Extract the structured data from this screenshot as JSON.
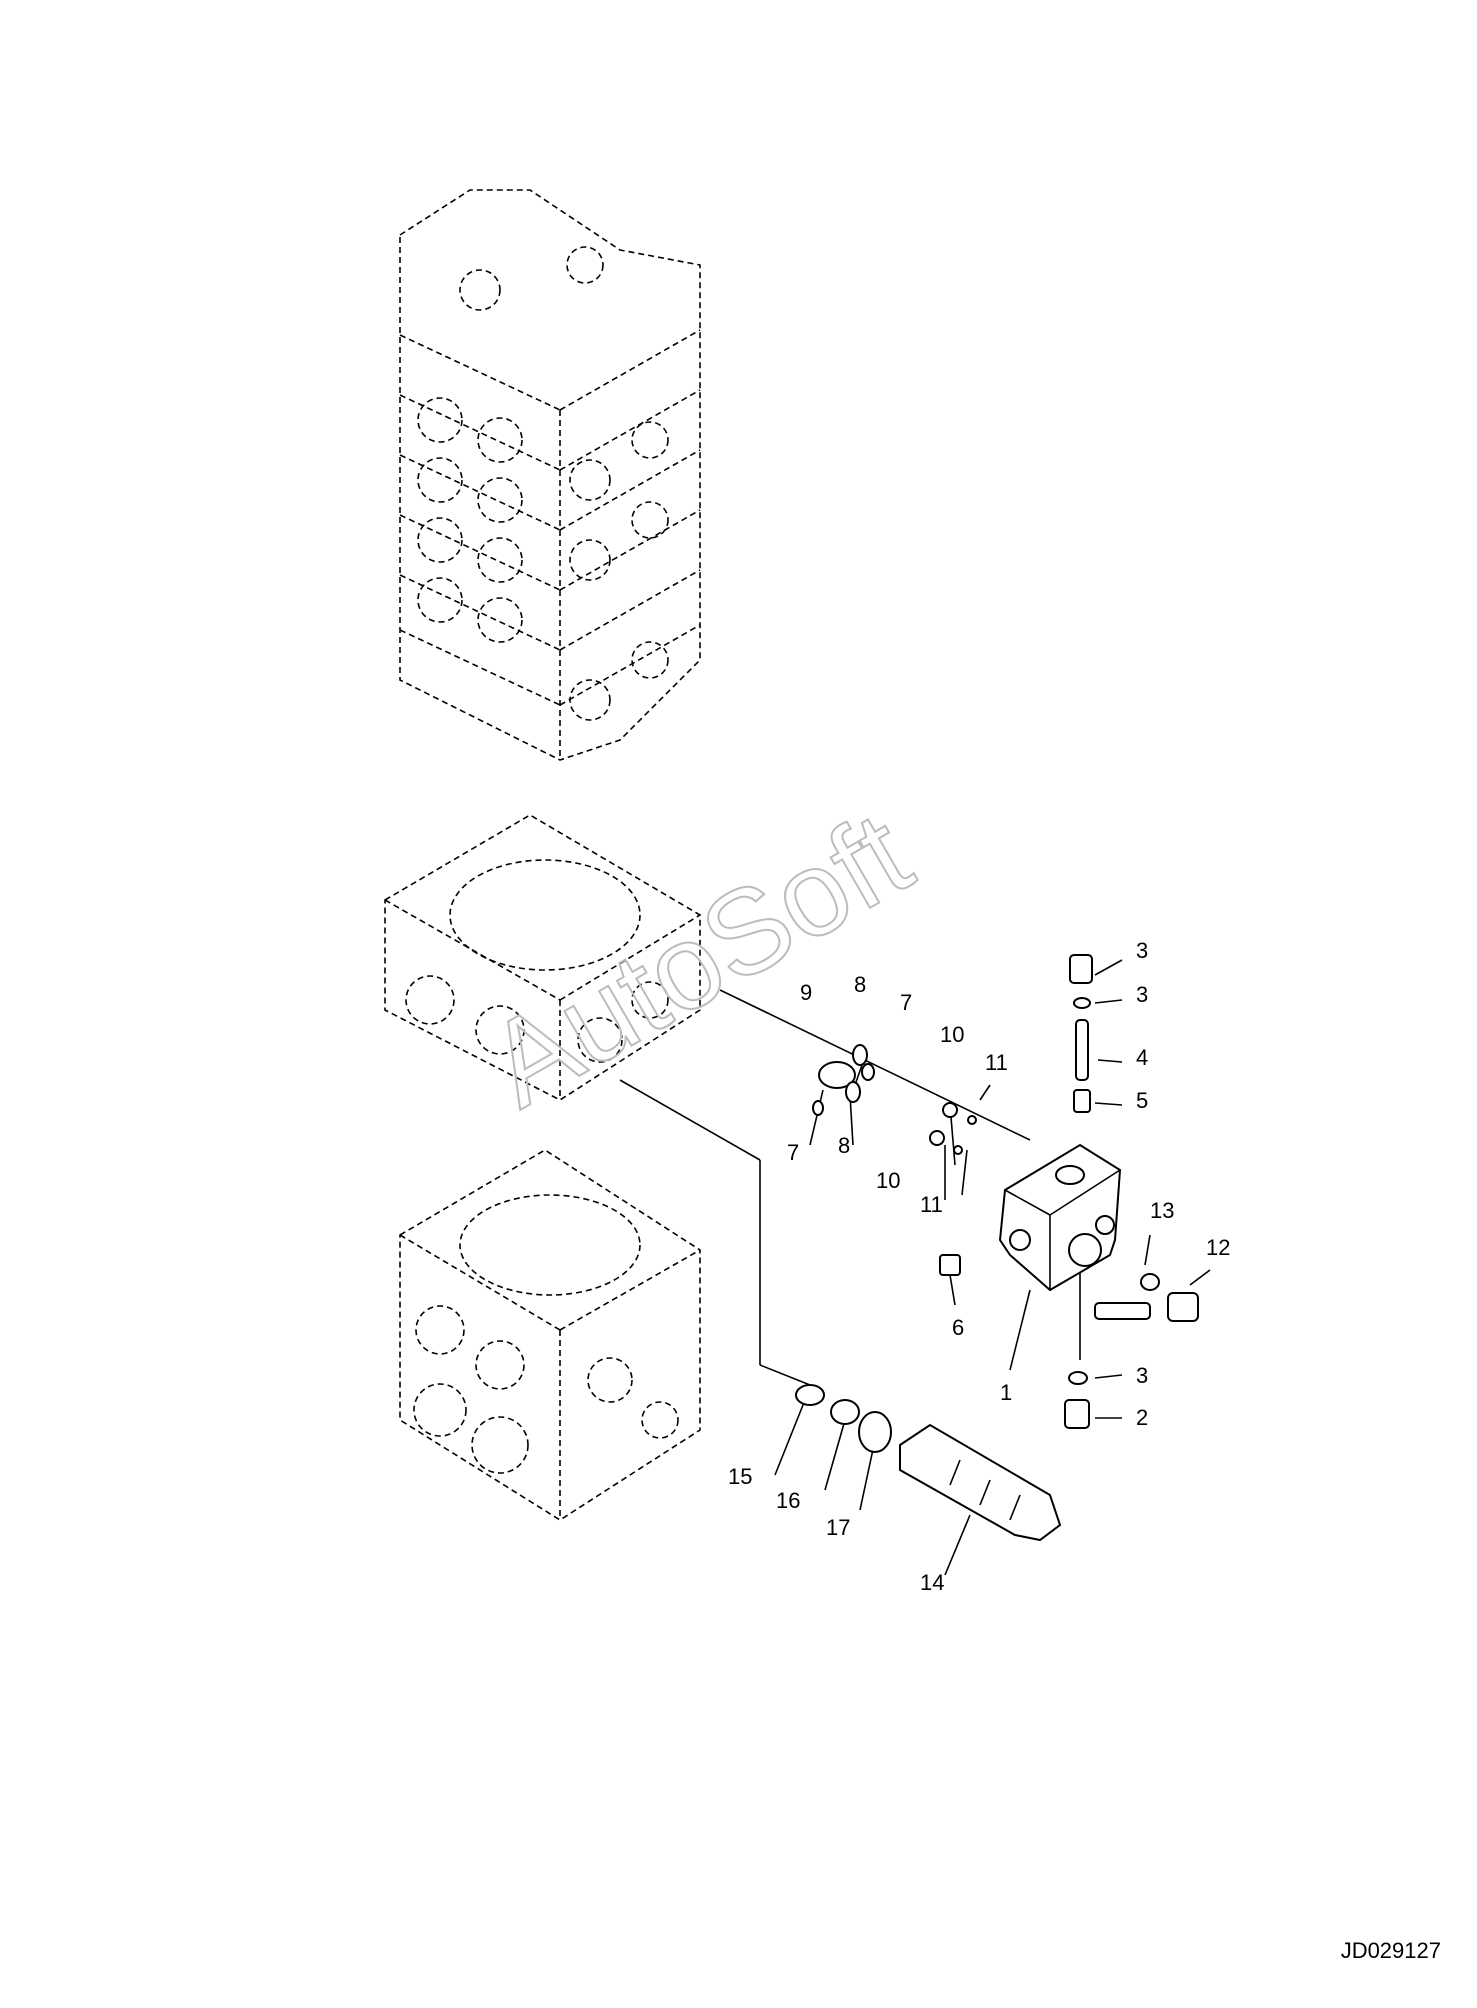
{
  "watermark": "AutoSoft",
  "doc_id": "JD029127",
  "callouts": {
    "c1": "1",
    "c2": "2",
    "c3a": "3",
    "c3b": "3",
    "c3c": "3",
    "c4": "4",
    "c5": "5",
    "c6": "6",
    "c7a": "7",
    "c7b": "7",
    "c8a": "8",
    "c8b": "8",
    "c9": "9",
    "c10a": "10",
    "c10b": "10",
    "c11a": "11",
    "c11b": "11",
    "c12": "12",
    "c13": "13",
    "c14": "14",
    "c15": "15",
    "c16": "16",
    "c17": "17"
  }
}
